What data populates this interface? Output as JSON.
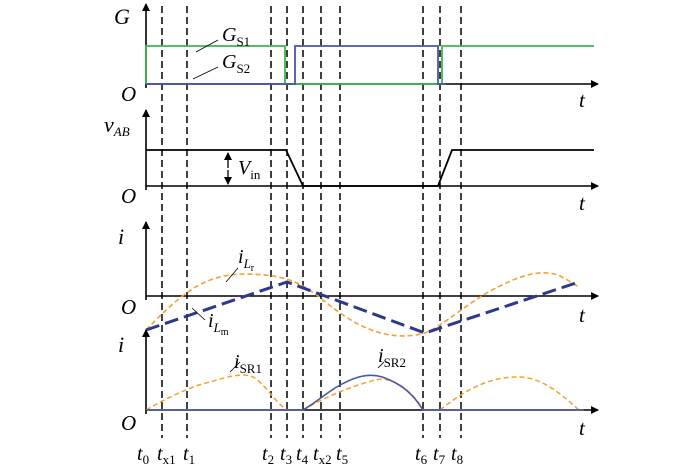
{
  "labels": {
    "p1_axis": "G",
    "p2_axis": "v",
    "p2_axis_sub": "AB",
    "p3_axis": "i",
    "p4_axis": "i",
    "origin": "O",
    "time": "t"
  },
  "signals": {
    "gs1": {
      "main": "G",
      "sub": "S1"
    },
    "gs2": {
      "main": "G",
      "sub": "S2"
    },
    "vin": {
      "main": "V",
      "sub": "in"
    },
    "ilr": {
      "main": "i",
      "sub": "L",
      "subsub": "r"
    },
    "ilm": {
      "main": "i",
      "sub": "L",
      "subsub": "m"
    },
    "isr1": {
      "main": "i",
      "sub": "SR1"
    },
    "isr2": {
      "main": "i",
      "sub": "SR2"
    }
  },
  "time_markers": [
    {
      "id": "t0",
      "main": "t",
      "sub": "0"
    },
    {
      "id": "tx1",
      "main": "t",
      "sub": "x1"
    },
    {
      "id": "t1",
      "main": "t",
      "sub": "1"
    },
    {
      "id": "t2",
      "main": "t",
      "sub": "2"
    },
    {
      "id": "t3",
      "main": "t",
      "sub": "3"
    },
    {
      "id": "t4",
      "main": "t",
      "sub": "4"
    },
    {
      "id": "tx2",
      "main": "t",
      "sub": "x2"
    },
    {
      "id": "t5",
      "main": "t",
      "sub": "5"
    },
    {
      "id": "t6",
      "main": "t",
      "sub": "6"
    },
    {
      "id": "t7",
      "main": "t",
      "sub": "7"
    },
    {
      "id": "t8",
      "main": "t",
      "sub": "8"
    }
  ],
  "colors": {
    "gs1": "#3cb54a",
    "gs2": "#4a55a6",
    "ilm": "#2b3a8c",
    "ilr": "#f5a030",
    "isr": "#4a55a6",
    "axis": "#000000"
  }
}
